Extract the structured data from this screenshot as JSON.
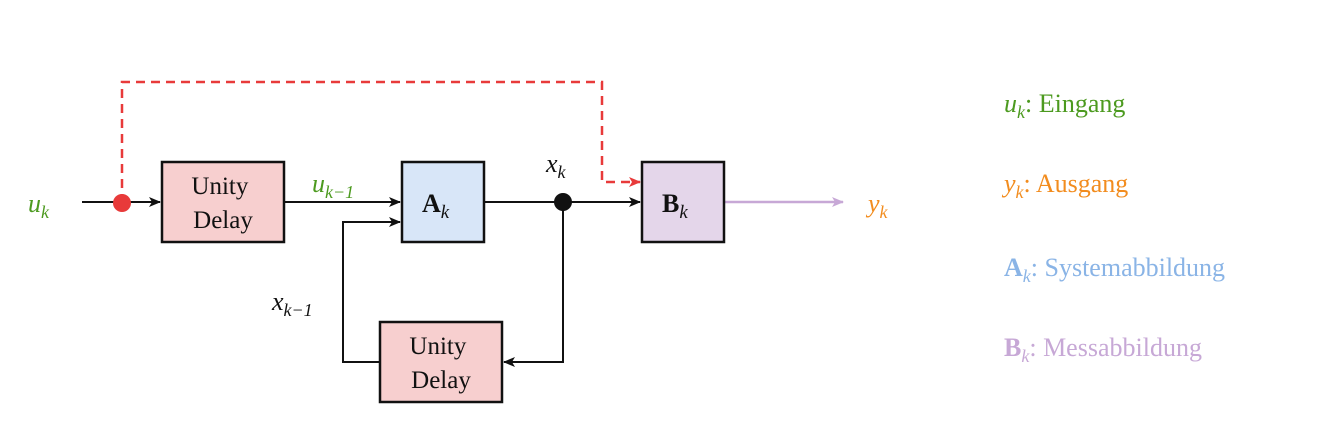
{
  "colors": {
    "input": "#4c9a1f",
    "output": "#f28c1e",
    "system": "#8ab4e6",
    "measure": "#c7a8d6",
    "bypass": "#e83a3a",
    "delay_fill": "#f7cfcf",
    "a_fill": "#d8e6f8",
    "b_fill": "#e4d6ea",
    "stroke": "#111111"
  },
  "diagram": {
    "input_label": {
      "base": "u",
      "sub": "k"
    },
    "delay1_label": [
      "Unity",
      "Delay"
    ],
    "delay1_output_label": {
      "base": "u",
      "sub": "k−1"
    },
    "block_a": {
      "base": "A",
      "sub": "k"
    },
    "state_label": {
      "base": "x",
      "sub": "k"
    },
    "block_b": {
      "base": "B",
      "sub": "k"
    },
    "output_label": {
      "base": "y",
      "sub": "k"
    },
    "feedback_label": {
      "base": "x",
      "sub": "k−1"
    },
    "delay2_label": [
      "Unity",
      "Delay"
    ]
  },
  "legend": [
    {
      "sym": "u",
      "sub": "k",
      "bold": false,
      "text": ": Eingang",
      "color": "#4c9a1f"
    },
    {
      "sym": "y",
      "sub": "k",
      "bold": false,
      "text": ": Ausgang",
      "color": "#f28c1e"
    },
    {
      "sym": "A",
      "sub": "k",
      "bold": true,
      "text": ": Systemabbildung",
      "color": "#8ab4e6"
    },
    {
      "sym": "B",
      "sub": "k",
      "bold": true,
      "text": ": Messabbildung",
      "color": "#c7a8d6"
    }
  ]
}
